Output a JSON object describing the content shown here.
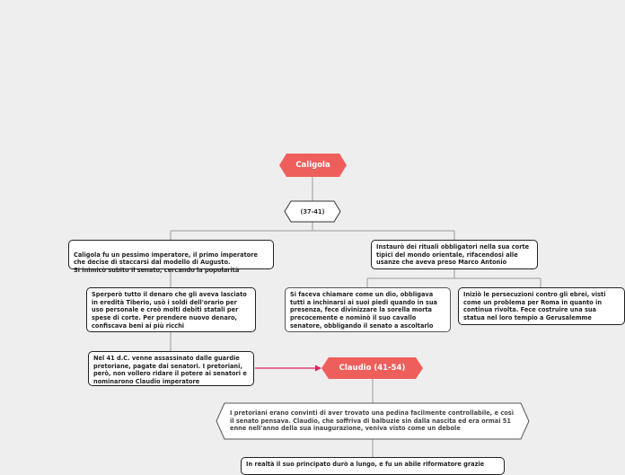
{
  "colors": {
    "accent": "#ee5f5b",
    "link": "#e0245e",
    "line": "#aaaaaa"
  },
  "nodes": {
    "caligola": "Caligola",
    "years": "(37-41)",
    "left1": "Caligola fu un pessimo imperatore, il primo imperatore che decise di staccarsi dal modello di Augusto.\nSi inimicò subito il senato, cercando la popolarità",
    "right1": "Instaurò dei rituali obbligatori nella sua corte tipici del mondo orientale, rifacendosi alle usanze che aveva preso Marco Antonio",
    "left2": "Sperperò tutto il denaro che gli aveva lasciato in eredità Tiberio, usò i soldi dell'orario per uso personale e creò molti debiti statali per spese di corte. Per prendere nuovo denaro, confiscava beni ai più ricchi",
    "right2a": "Si faceva chiamare come un dio, obbligava tutti a inchinarsi ai suoi piedi quando in sua presenza, fece divinizzare la sorella morta precocemente e nominò il suo cavallo senatore, obbligando il senato a ascoltarlo",
    "right2b": "Iniziò le persecuzioni contro gli ebrei, visti come un problema per Roma in quanto in continua rivolta. Fece costruire una sua statua nel loro tempio a Gerusalemme",
    "left3": "Nel 41 d.C. venne assassinato dalle guardie pretoriane, pagate dai senatori. I pretoriani, però, non vollero ridare il potere ai senatori e nominarono Claudio imperatore",
    "claudio": "Claudio (41-54)",
    "claudio_desc": "I pretoriani erano convinti di aver trovato una pedina facilmente controllabile, e così il senato pensava. Claudio, che soffriva di balbuzie sin dalla nascita ed era ormai 51 enne nell'anno della sua inaugurazione, veniva visto come un debole",
    "claudio_more": "In realtà il suo principato durò a lungo, e fu un abile riformatore grazie"
  }
}
